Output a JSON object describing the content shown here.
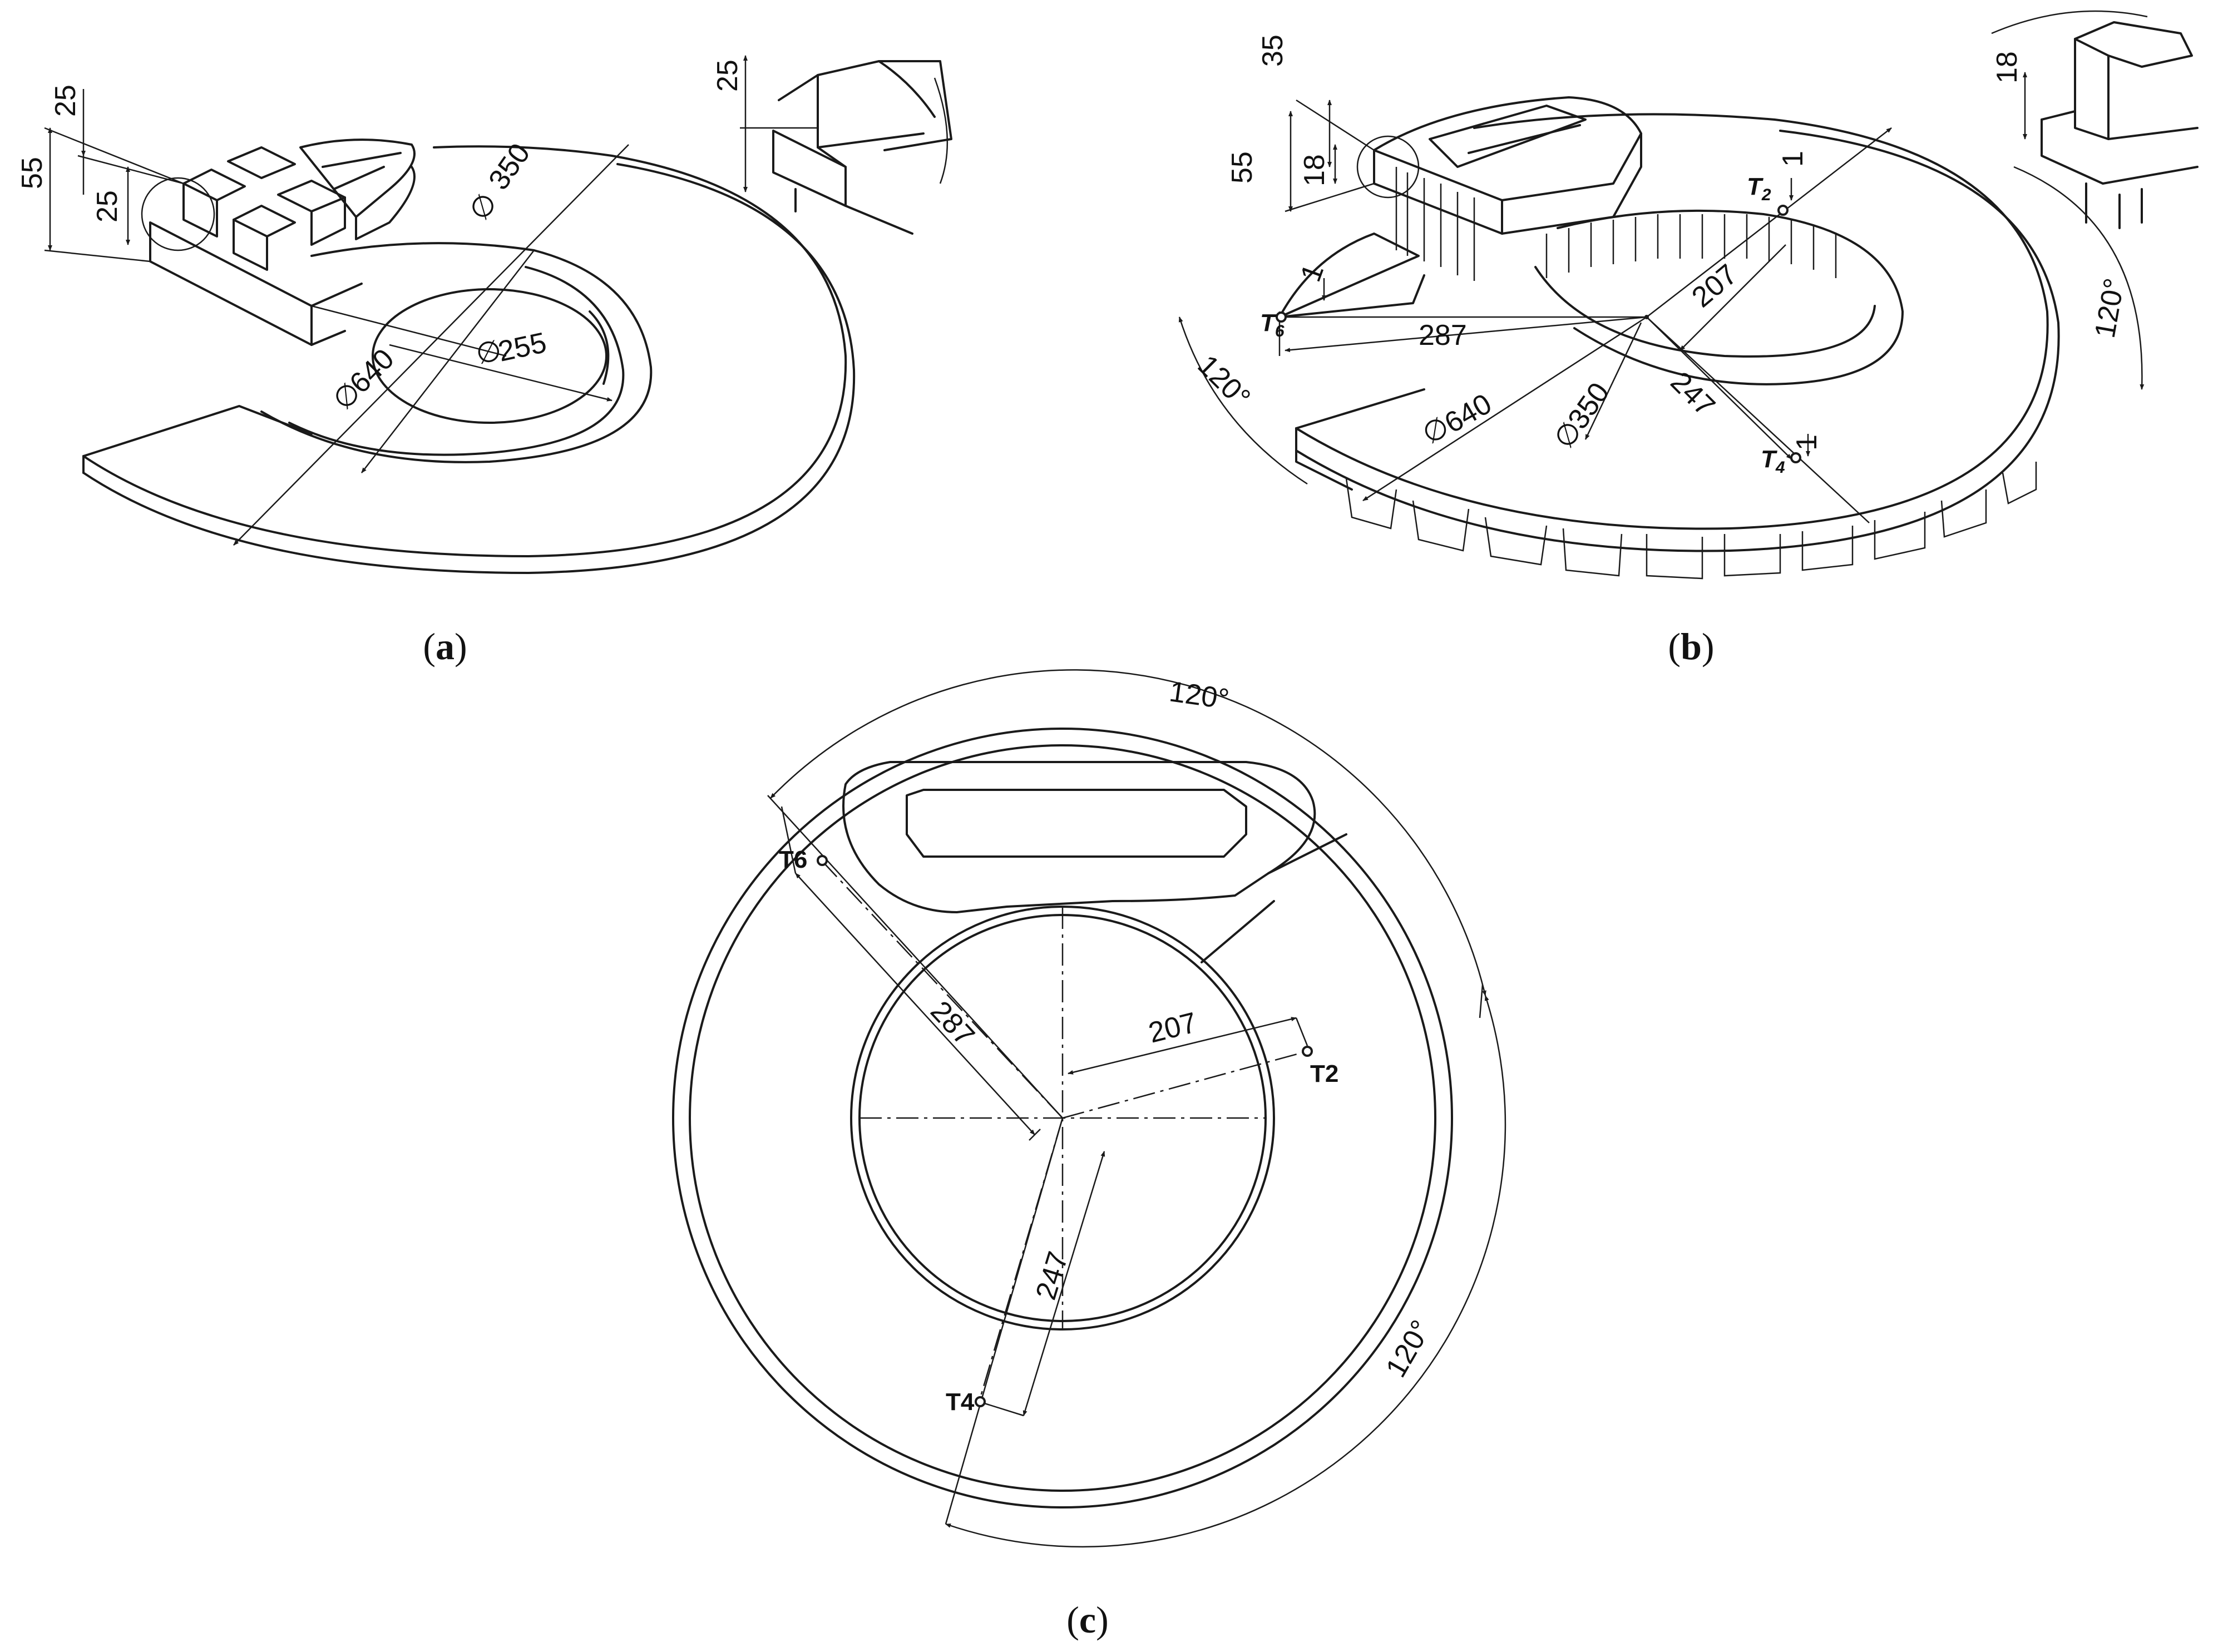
{
  "panels": {
    "a": {
      "caption_open": "(",
      "caption_letter": "a",
      "caption_close": ")",
      "dims": {
        "h55": "55",
        "h25_top": "25",
        "h25_mid": "25",
        "detail_25": "25",
        "d350": "350",
        "d255": "255",
        "d640": "640"
      },
      "diameter_symbol": "∅"
    },
    "b": {
      "caption_open": "(",
      "caption_letter": "b",
      "caption_close": ")",
      "dims": {
        "h35": "35",
        "h55": "55",
        "h18": "18",
        "detail_18": "18",
        "one_a": "1",
        "one_b": "1",
        "one_c": "1",
        "r287": "287",
        "r207": "207",
        "r247": "247",
        "d350": "350",
        "d640": "640",
        "ang_left": "120°",
        "ang_right": "120°"
      },
      "diameter_symbol": "∅",
      "points": {
        "t2": "T",
        "t2_sub": "2",
        "t4": "T",
        "t4_sub": "4",
        "t6": "T",
        "t6_sub": "6"
      }
    },
    "c": {
      "caption_open": "(",
      "caption_letter": "c",
      "caption_close": ")",
      "dims": {
        "r287": "287",
        "r207": "207",
        "r247": "247",
        "ang_top": "120°",
        "ang_right": "120°"
      },
      "points": {
        "t2": "T2",
        "t4": "T4",
        "t6": "T6"
      }
    }
  }
}
